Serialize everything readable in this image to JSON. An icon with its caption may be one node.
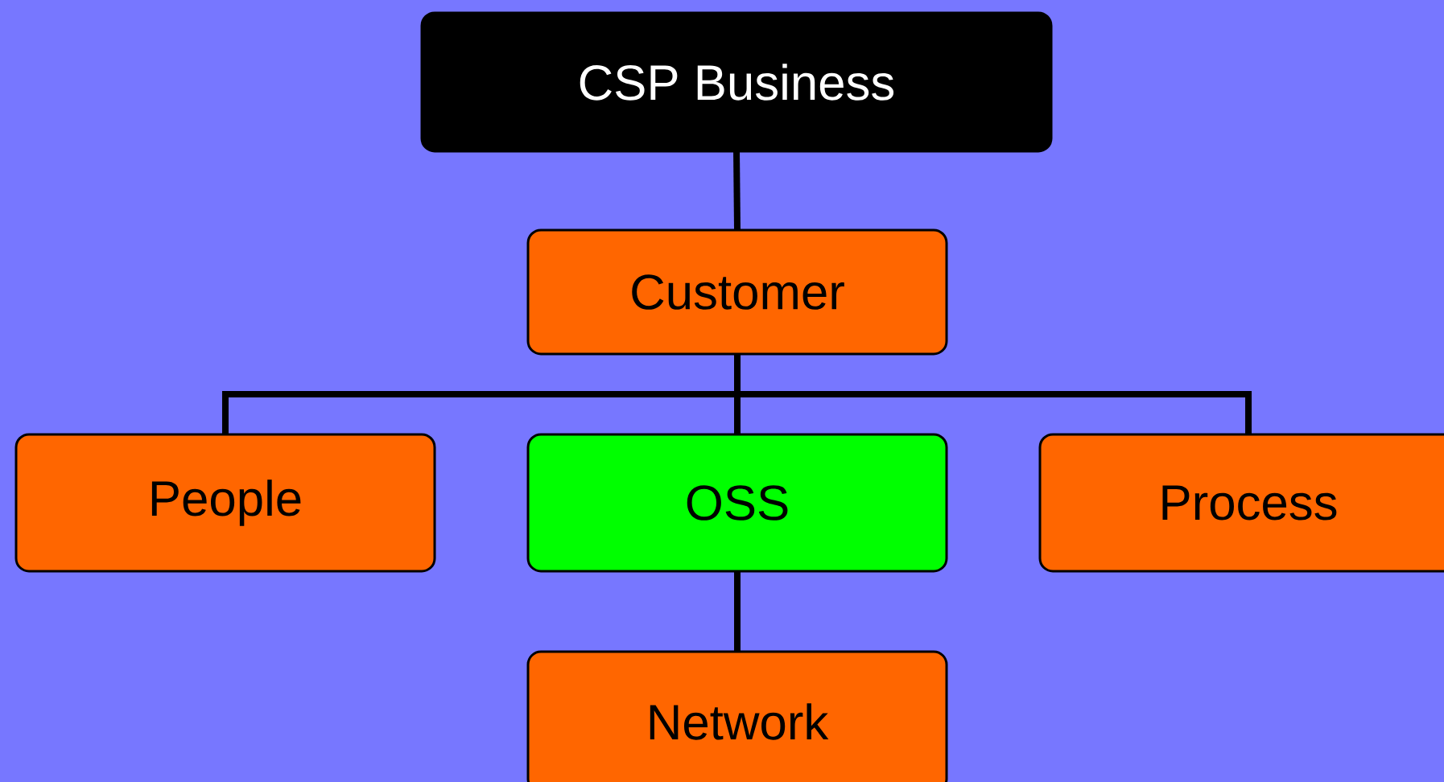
{
  "diagram": {
    "nodes": [
      {
        "text": [
          "CSP Business"
        ]
      },
      {
        "text": [
          "Customer"
        ]
      },
      {
        "text": [
          "People"
        ]
      },
      {
        "text": [
          "OSS"
        ]
      },
      {
        "text": [
          "Process"
        ]
      },
      {
        "text": [
          "Network"
        ]
      }
    ],
    "edges": [
      {
        "from": 0,
        "to": 1,
        "arrow": "none"
      },
      {
        "from": 1,
        "to": 2,
        "arrow": "none"
      },
      {
        "from": 1,
        "to": 3,
        "arrow": "none"
      },
      {
        "from": 1,
        "to": 4,
        "arrow": "none"
      },
      {
        "from": 3,
        "to": 5,
        "arrow": "none"
      }
    ]
  }
}
